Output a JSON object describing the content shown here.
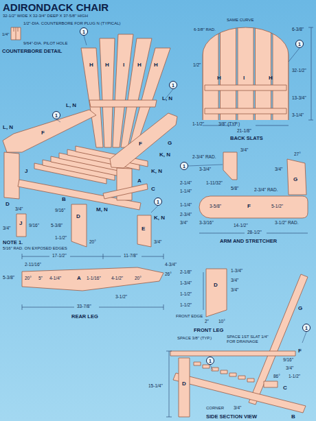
{
  "diagram": {
    "title": "ADIRONDACK CHAIR",
    "nodes": [
      {
        "text": [
          "1"
        ]
      },
      {
        "text": [
          "1"
        ]
      },
      {
        "text": [
          "1"
        ]
      },
      {
        "text": [
          "1"
        ]
      },
      {
        "text": [
          "1"
        ]
      },
      {
        "text": [
          "1"
        ]
      },
      {
        "text": [
          "1"
        ]
      },
      {
        "text": [
          "1"
        ]
      }
    ],
    "labels": [
      "32-1/2\" WIDE X 32-3/4\" DEEP X 37-5/8\" HIGH",
      "1/2\"-DIA. COUNTERBORE FOR PLUG N (TYPICAL)",
      "1/4\"",
      "9/64\"-DIA. PILOT HOLE",
      "COUNTERBORE DETAIL",
      "H",
      "H",
      "I",
      "H",
      "H",
      "L, N",
      "L, N",
      "L, N",
      "F",
      "F",
      "G",
      "K, N",
      "K, N",
      "J",
      "B",
      "A",
      "C",
      "D",
      "M, N",
      "3/4\"",
      "J",
      "9/16\"",
      "3/4\"",
      "D",
      "9/16\"",
      "5-3/8\"",
      "1-1/2\"",
      "20°",
      "E",
      "3/4\"",
      "K, N",
      "NOTE 1.",
      "5/16\" RAD. ON EXPOSED EDGES",
      "SAME CURVE",
      "6-3/8\" RAD.",
      "6-3/8\"",
      "1/2\"",
      "H",
      "I",
      "H",
      "1-1/2\"",
      "3/8\" (TYP.)",
      "21-1/8\"",
      "32-1/2\"",
      "13-3/4\"",
      "3-1/4\"",
      "BACK SLATS",
      "2-3/4\" RAD.",
      "3/4\"",
      "3-3/4\"",
      "27°",
      "3/4\"",
      "G",
      "2-1/4\"",
      "1-11/32\"",
      "5/8\"",
      "1-1/4\"",
      "2-3/4\" RAD.",
      "1-1/4\"",
      "3-5/8\"",
      "F",
      "5-1/2\"",
      "2-3/4\"",
      "3/4\"",
      "3-3/16\"",
      "14-1/2\"",
      "3-1/2\" RAD.",
      "28-1/2\"",
      "ARM AND STRETCHER",
      "17-1/2\"",
      "11-7/8\"",
      "2-11/16\"",
      "4-3/4\"",
      "26°",
      "5-3/8\"",
      "20°",
      "5\"",
      "4-1/4\"",
      "A",
      "1-1/16\"",
      "4-1/2\"",
      "20°",
      "3-1/2\"",
      "33-7/8\"",
      "REAR LEG",
      "2-1/8\"",
      "1-3/4\"",
      "D",
      "3/4\"",
      "1-3/4\"",
      "1-1/2\"",
      "3/4\"",
      "1-1/2\"",
      "FRONT EDGE",
      "2\"",
      "10°",
      "FRONT LEG",
      "SPACE 3/8\" (TYP.)",
      "SPACE 1ST SLAT 1/4\" FOR DRAINAGE",
      "G",
      "F",
      "15-1/4\"",
      "D",
      "9/16\"",
      "3/4\"",
      "86°",
      "1-1/2\"",
      "C",
      "CORNER",
      "3/4\"",
      "B",
      "SIDE SECTION VIEW"
    ]
  }
}
